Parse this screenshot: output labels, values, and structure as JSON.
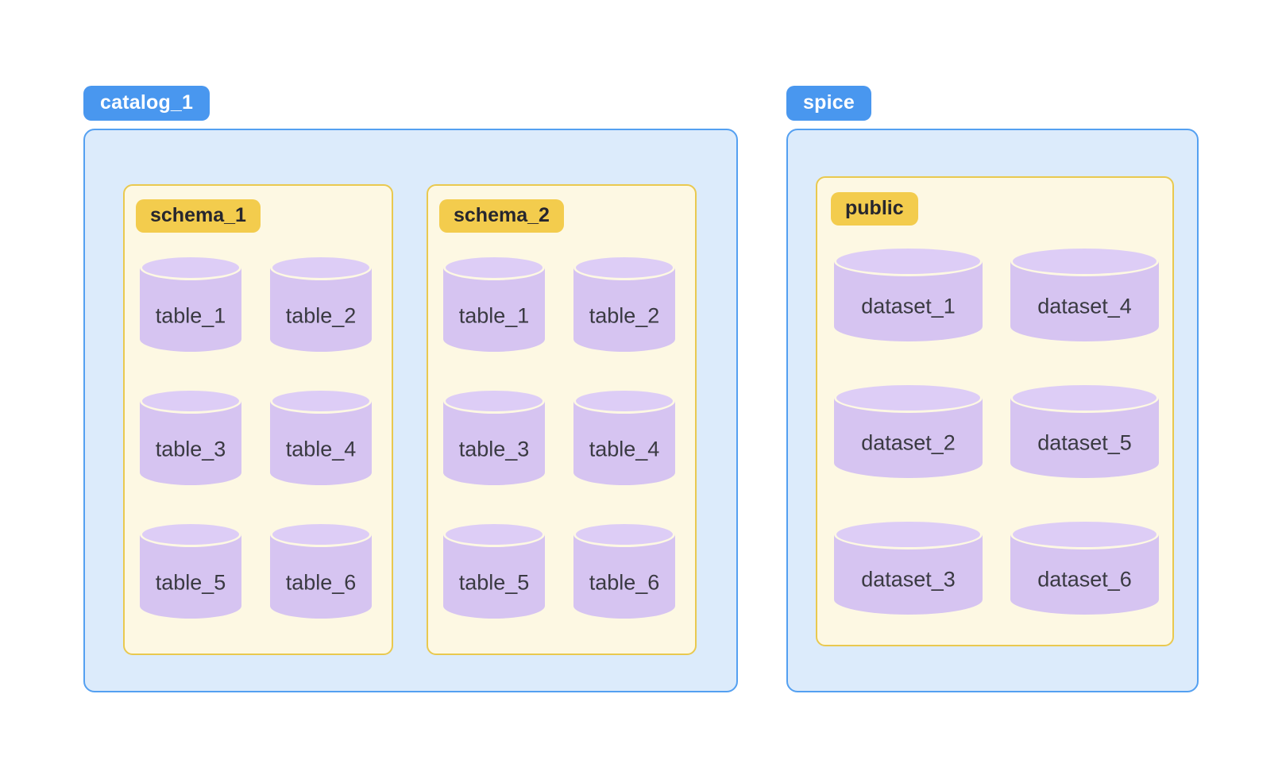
{
  "colors": {
    "page_background": "#ffffff",
    "catalog_badge_bg": "#4997ef",
    "catalog_badge_text": "#ffffff",
    "catalog_container_fill": "#dcebfb",
    "catalog_container_border": "#54a0f1",
    "schema_box_fill": "#fdf8e3",
    "schema_box_border": "#e9c94f",
    "schema_badge_bg": "#f3cc4d",
    "schema_badge_text": "#26262e",
    "cylinder_body": "#d6c4f1",
    "cylinder_top": "#ddcdf6",
    "cylinder_label_text": "#3a3a42"
  },
  "catalogs": [
    {
      "label": "catalog_1",
      "schemas": [
        {
          "label": "schema_1",
          "tables": [
            "table_1",
            "table_2",
            "table_3",
            "table_4",
            "table_5",
            "table_6"
          ]
        },
        {
          "label": "schema_2",
          "tables": [
            "table_1",
            "table_2",
            "table_3",
            "table_4",
            "table_5",
            "table_6"
          ]
        }
      ]
    },
    {
      "label": "spice",
      "schemas": [
        {
          "label": "public",
          "tables": [
            "dataset_1",
            "dataset_4",
            "dataset_2",
            "dataset_5",
            "dataset_3",
            "dataset_6"
          ]
        }
      ]
    }
  ]
}
